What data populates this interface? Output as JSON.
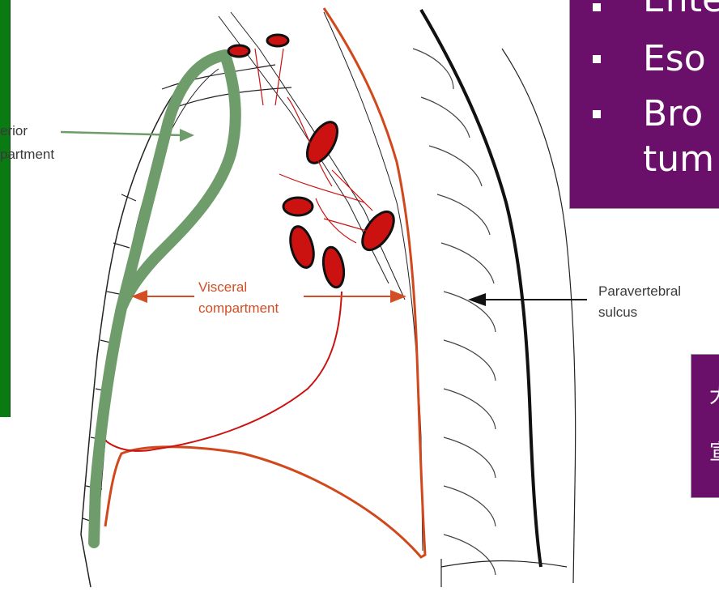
{
  "colors": {
    "green_panel": "#0a7a12",
    "purple_box": "#6a0f6a",
    "anterior_outline": "#6f9c6b",
    "visceral_outline": "#d0481c",
    "lymph_node": "#cc1111",
    "spine": "#111111"
  },
  "bullets": [
    {
      "text": "Ente"
    },
    {
      "text": "Eso"
    },
    {
      "text": "Bro"
    },
    {
      "text": "tum"
    }
  ],
  "right_box": {
    "chars": [
      "大",
      "宣"
    ]
  },
  "labels": {
    "anterior_line1": "erior",
    "anterior_line2": "partment",
    "visceral_line1": "Visceral",
    "visceral_line2": "compartment",
    "paravertebral_line1": "Paravertebral",
    "paravertebral_line2": "sulcus"
  }
}
